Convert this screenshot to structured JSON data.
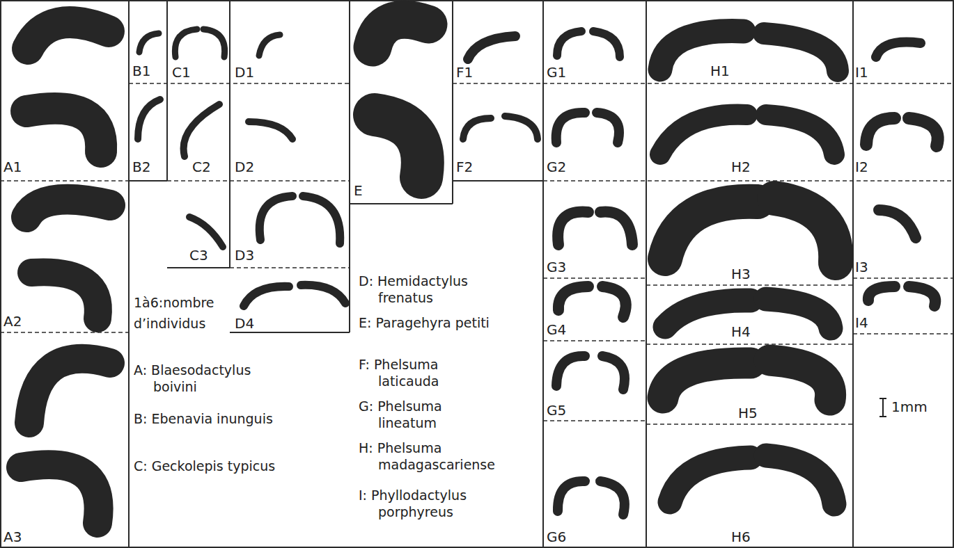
{
  "diagram": {
    "labels": [
      "B1",
      "C1",
      "D1",
      "F1",
      "G1",
      "H1",
      "I1",
      "A1",
      "B2",
      "C2",
      "D2",
      "E",
      "F2",
      "G2",
      "H2",
      "I2",
      "C3",
      "D3",
      "D: Hemidactylus frenatus",
      "G3",
      "H3",
      "I3",
      "E: Paragehyra petiti",
      "1à6:nombre d’individus",
      "A2",
      "D4",
      "G4",
      "H4",
      "I4",
      "A: Blaesodactylus boivini",
      "B: Ebenavia inunguis",
      "C: Geckolepis typicus",
      "F: Phelsuma laticauda",
      "G: Phelsuma lineatum",
      "H: Phelsuma madagascariense",
      "I: Phyllodactylus porphyreus",
      "G5",
      "H5",
      "1mm",
      "A3",
      "G6",
      "H6"
    ]
  }
}
